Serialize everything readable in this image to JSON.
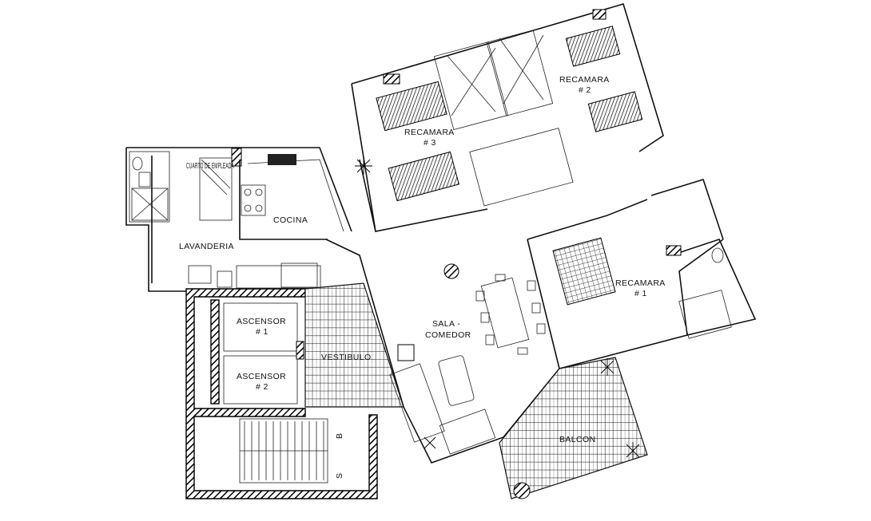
{
  "plan": {
    "rooms": {
      "cuarto_empleada": "CUARTO DE EMPLEADA",
      "cocina": "COCINA",
      "lavanderia": "LAVANDERIA",
      "recamara_3": "RECAMARA",
      "recamara_3_num": "# 3",
      "recamara_2": "RECAMARA",
      "recamara_2_num": "# 2",
      "recamara_1": "RECAMARA",
      "recamara_1_num": "# 1",
      "sala": "SALA -",
      "comedor": "COMEDOR",
      "ascensor_1": "ASCENSOR",
      "ascensor_1_num": "# 1",
      "ascensor_2": "ASCENSOR",
      "ascensor_2_num": "# 2",
      "vestibulo": "VESTIBULO",
      "balcon": "BALCON"
    },
    "stairs": {
      "up": "B",
      "down": "S"
    },
    "colors": {
      "line": "#111111",
      "background": "#ffffff"
    }
  }
}
